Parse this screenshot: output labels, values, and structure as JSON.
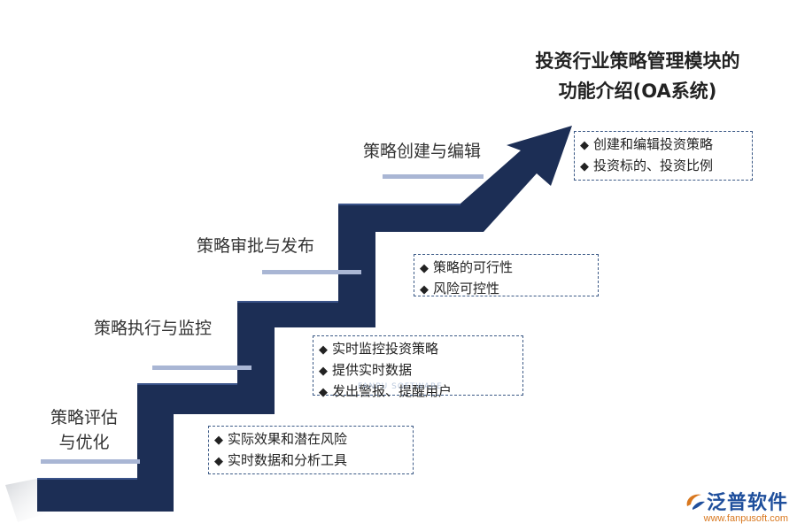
{
  "title": {
    "line1": "投资行业策略管理模块的",
    "line2": "功能介绍(OA系统)"
  },
  "stages": [
    {
      "label_line1": "策略评估",
      "label_line2": "与优化"
    },
    {
      "label": "策略执行与监控"
    },
    {
      "label": "策略审批与发布"
    },
    {
      "label": "策略创建与编辑"
    }
  ],
  "notes": [
    {
      "items": [
        "实际效果和潜在风险",
        "实时数据和分析工具"
      ]
    },
    {
      "items": [
        "实时监控投资策略",
        "提供实时数据",
        "发出警报、提醒用户"
      ]
    },
    {
      "items": [
        "策略的可行性",
        "风险可控性"
      ]
    },
    {
      "items": [
        "创建和编辑投资策略",
        "投资标的、投资比例"
      ]
    }
  ],
  "bullet_glyph": "◆",
  "watermark": {
    "sub": "FANPU SOFTWARE"
  },
  "logo": {
    "name": "泛普软件",
    "url": "www.fanpusoft.com"
  },
  "colors": {
    "staircase": "#1c2e55",
    "bar": "#a9b6d4",
    "box_border": "#3c5a86",
    "logo_blue": "#1f4f9c",
    "logo_orange": "#d9781f"
  }
}
